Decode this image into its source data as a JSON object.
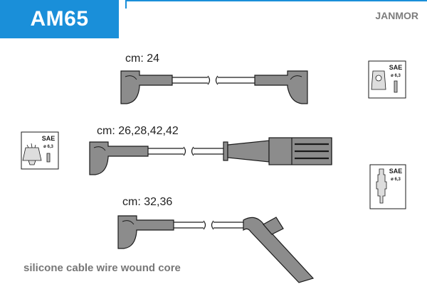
{
  "header": {
    "code": "AM65",
    "brand": "JANMOR"
  },
  "cables": [
    {
      "label": "cm: 24"
    },
    {
      "label": "cm: 26,28,42,42"
    },
    {
      "label": "cm: 32,36"
    }
  ],
  "badges": {
    "standard": "SAE",
    "diameter": "ø 6,3"
  },
  "footer": {
    "description": "silicone cable wire wound core"
  },
  "colors": {
    "accent": "#1a8fd9",
    "boot": "#8c8c8c",
    "outline": "#1a1a1a"
  }
}
